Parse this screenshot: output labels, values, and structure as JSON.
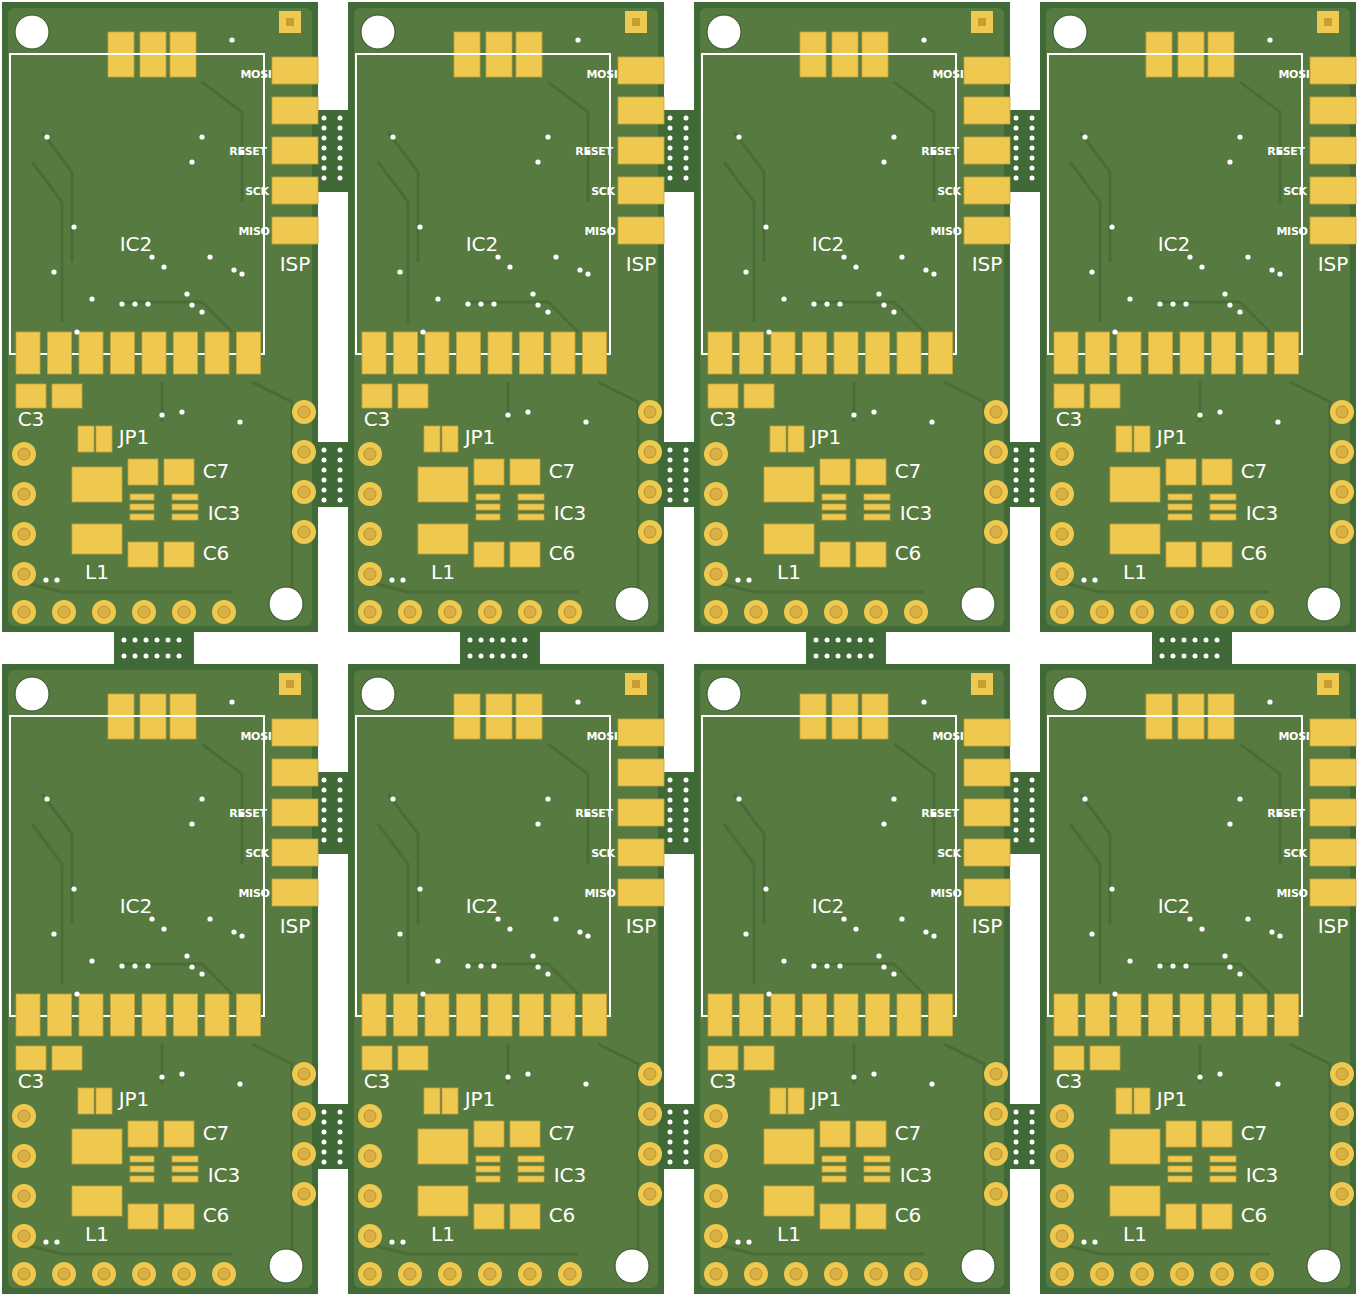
{
  "diagram": {
    "labels": [
      "MOSI",
      "RESET",
      "SCK",
      "MISO",
      "IC2",
      "ISP",
      "C3",
      "JP1",
      "C7",
      "IC3",
      "C6",
      "L1",
      "MOSI",
      "RESET",
      "SCK",
      "MISO",
      "IC2",
      "ISP",
      "C3",
      "JP1",
      "C7",
      "IC3",
      "C6",
      "L1",
      "MOSI",
      "RESET",
      "SCK",
      "MISO",
      "IC2",
      "ISP",
      "C3",
      "JP1",
      "C7",
      "IC3",
      "C6",
      "L1",
      "MOSI",
      "RESET",
      "SCK",
      "MISO",
      "IC2",
      "ISP",
      "C3",
      "JP1",
      "C7",
      "IC3",
      "C6",
      "L1",
      "MOSI",
      "RESET",
      "SCK",
      "MISO",
      "IC2",
      "ISP",
      "C3",
      "JP1",
      "C7",
      "IC3",
      "C6",
      "L1",
      "MOSI",
      "RESET",
      "SCK",
      "MISO",
      "IC2",
      "ISP",
      "C3",
      "JP1",
      "C7",
      "IC3",
      "C6",
      "L1",
      "MOSI",
      "RESET",
      "SCK",
      "MISO",
      "IC2",
      "ISP",
      "C3",
      "JP1",
      "C7",
      "IC3",
      "C6",
      "L1",
      "MOSI",
      "RESET",
      "SCK",
      "MISO",
      "IC2",
      "ISP",
      "C3",
      "JP1",
      "C7",
      "IC3",
      "C6",
      "L1"
    ]
  }
}
